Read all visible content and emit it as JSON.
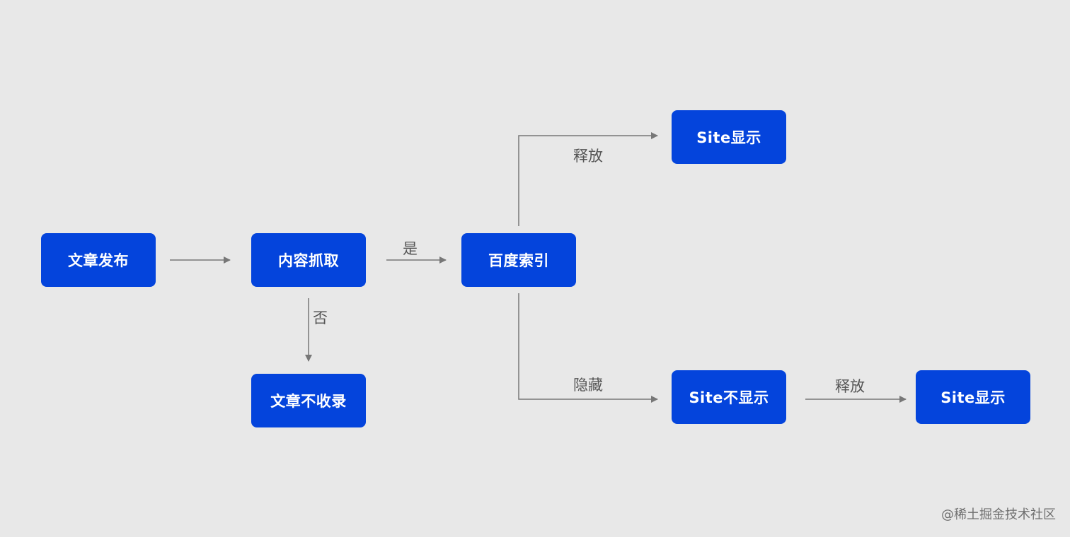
{
  "nodes": {
    "publish": "文章发布",
    "crawl": "内容抓取",
    "index": "百度索引",
    "site_show_top": "Site显示",
    "not_indexed": "文章不收录",
    "site_hidden": "Site不显示",
    "site_show_bottom": "Site显示"
  },
  "edges": {
    "yes": "是",
    "no": "否",
    "release_top": "释放",
    "hide": "隐藏",
    "release_bottom": "释放"
  },
  "footer": {
    "watermark": "@稀土掘金技术社区"
  },
  "colors": {
    "node_fill": "#0444dc",
    "node_text": "#ffffff",
    "connector": "#777777",
    "background": "#e8e8e8"
  }
}
